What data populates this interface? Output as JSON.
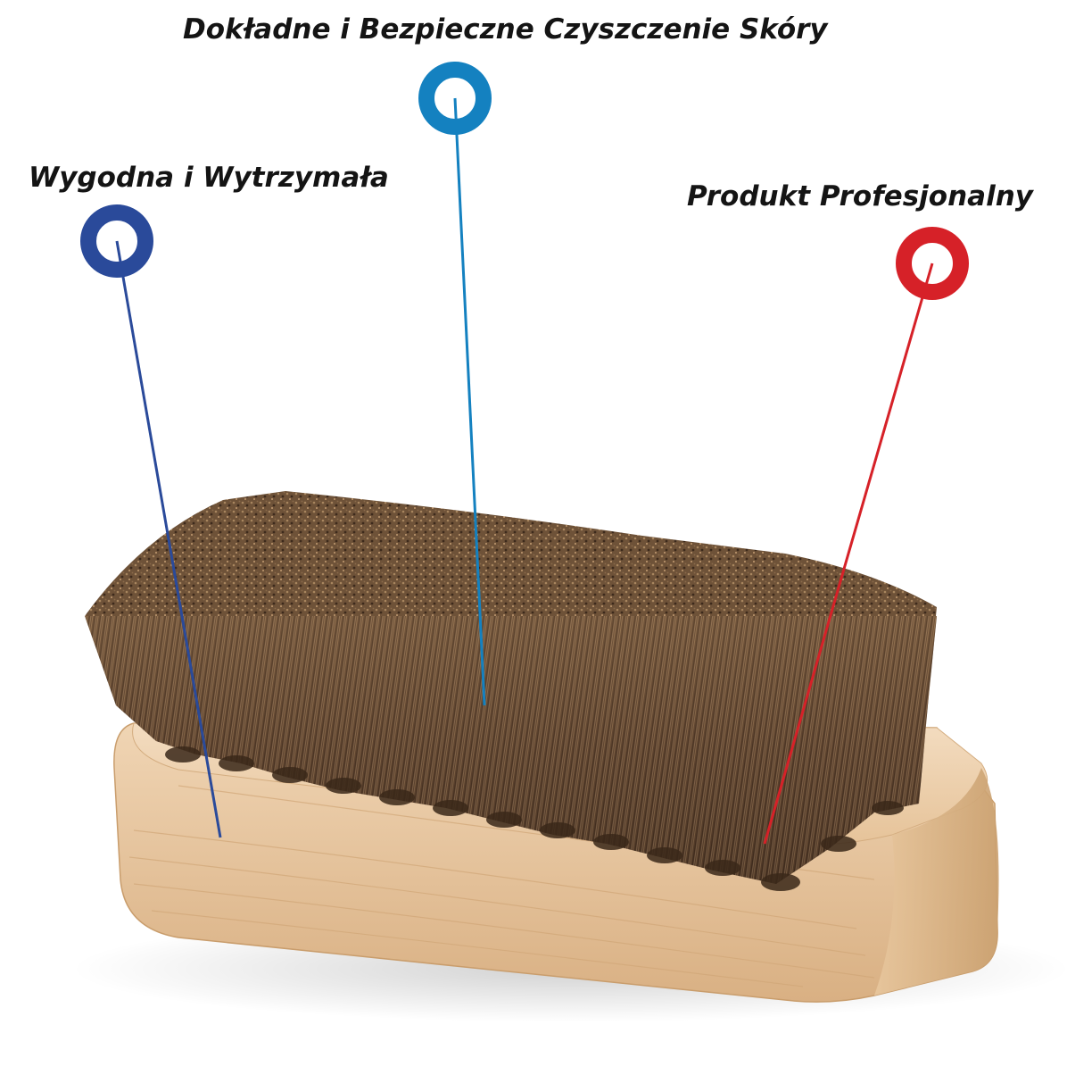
{
  "callouts": {
    "center": {
      "text": "Dokładne i Bezpieczne Czyszczenie Skóry",
      "color": "#1481c0"
    },
    "left": {
      "text": "Wygodna i Wytrzymała",
      "color": "#2a4a9a"
    },
    "right": {
      "text": "Produkt Profesjonalny",
      "color": "#d62128"
    }
  },
  "subject": {
    "description": "wooden shoe brush with natural horsehair bristles",
    "wood_color": "#e9c9a0",
    "bristle_color": "#6b4f36"
  }
}
